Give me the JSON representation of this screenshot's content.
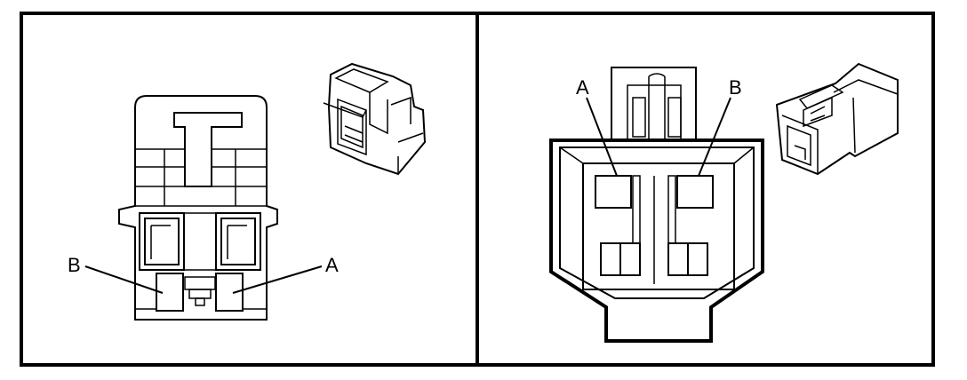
{
  "panels": [
    {
      "callouts": {
        "left": "B",
        "right": "A"
      }
    },
    {
      "callouts": {
        "left": "A",
        "right": "B"
      }
    }
  ]
}
